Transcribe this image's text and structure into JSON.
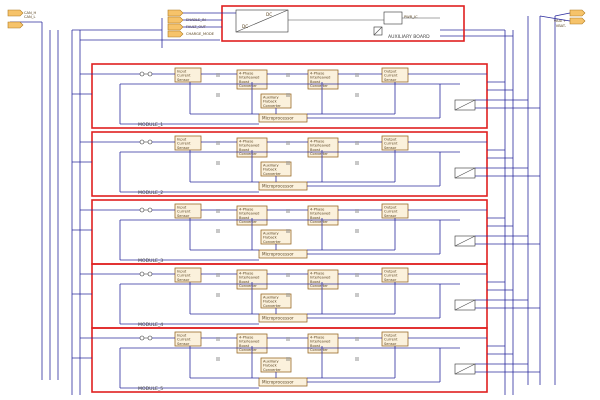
{
  "top_aux": {
    "label": "AUXILIARY BOARD",
    "dcdc_left": "DC",
    "dcdc_right": "DC",
    "ic_label": "PWR_IC"
  },
  "module_blocks": {
    "input_current_sensor": "Input Current Sensor",
    "interleaved_boost_1": "4-Phase Interleaved Boost Converter",
    "interleaved_boost_2": "4-Phase Interleaved Boost Converter",
    "output_current_sensor": "Output Current Sensor",
    "auxiliary_flyback": "Auxiliary Flyback Converter",
    "microprocessor": "Microprocessor"
  },
  "modules": [
    {
      "name": "MODULE_1"
    },
    {
      "name": "MODULE_2"
    },
    {
      "name": "MODULE_3"
    },
    {
      "name": "MODULE_4"
    },
    {
      "name": "MODULE_5"
    }
  ],
  "ports_left": [
    "CAN_H",
    "CAN_L",
    "ENABLE_IN",
    "FAULT_OUT",
    "CHARGE_MODE"
  ],
  "ports_right": [
    "VBAT+",
    "VBAT-"
  ],
  "colors": {
    "module_frame": "#e02020",
    "wire": "#2b2b9e",
    "block_fill": "#fbf1dc",
    "port_fill": "#f6c36a"
  }
}
